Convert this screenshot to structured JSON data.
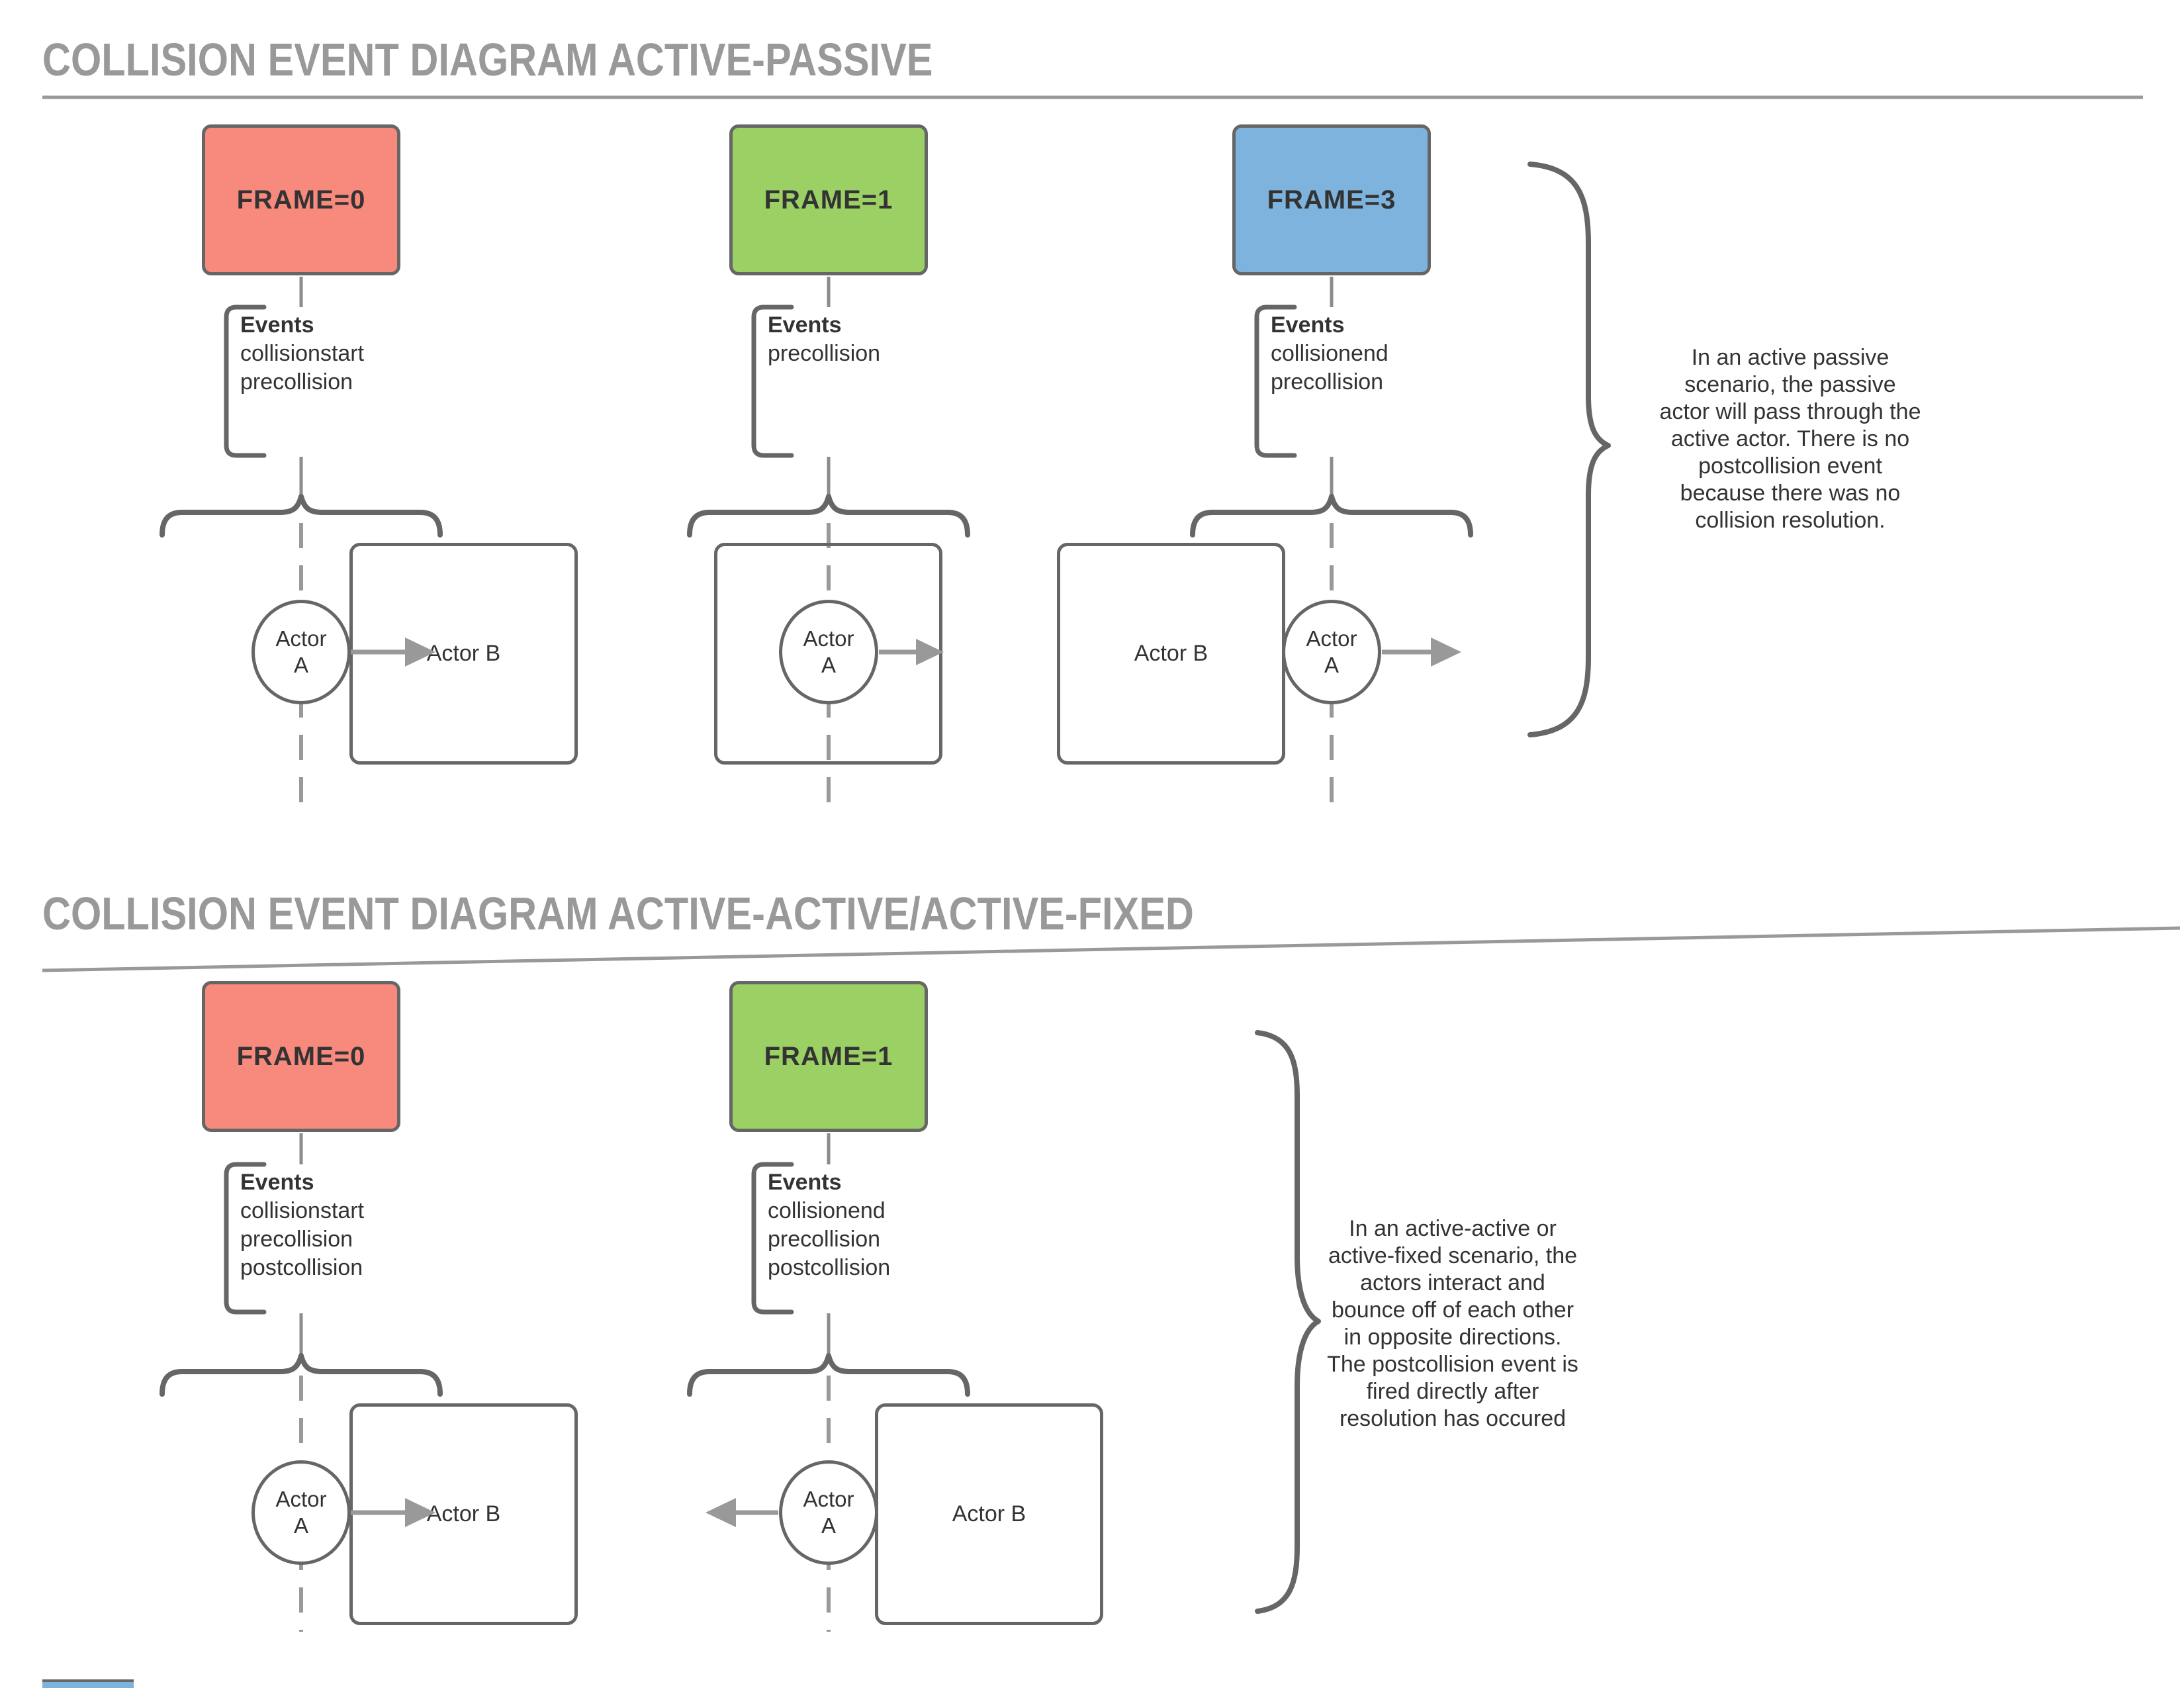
{
  "colors": {
    "frame-red": "#F8897D",
    "frame-green": "#9BD065",
    "frame-blue": "#7EB3DE",
    "stroke-dark": "#666666",
    "line-gray": "#999999",
    "title-gray": "#999999",
    "text-dark": "#333333"
  },
  "sections": [
    {
      "title": "COLLISION EVENT DIAGRAM ACTIVE-PASSIVE",
      "note_lines": [
        "In an active passive",
        "scenario, the passive",
        "actor will pass through the",
        "active actor. There is no",
        "postcollision event",
        "because there was no",
        "collision resolution."
      ],
      "columns": [
        {
          "frame_label": "FRAME=0",
          "events_title": "Events",
          "events": [
            "collisionstart",
            "precollision"
          ],
          "circle_label": "Actor A",
          "box_label": "Actor B"
        },
        {
          "frame_label": "FRAME=1",
          "events_title": "Events",
          "events": [
            "precollision"
          ],
          "circle_label": "Actor A",
          "box_label": ""
        },
        {
          "frame_label": "FRAME=3",
          "events_title": "Events",
          "events": [
            "collisionend",
            "precollision"
          ],
          "circle_label": "Actor A",
          "box_label": "Actor B"
        }
      ]
    },
    {
      "title": "COLLISION EVENT DIAGRAM ACTIVE-ACTIVE/ACTIVE-FIXED",
      "note_lines": [
        "In an active-active or",
        "active-fixed scenario, the",
        "actors interact and",
        "bounce off of each other",
        "in opposite directions.",
        "The postcollision event is",
        "fired directly after",
        "resolution has occured"
      ],
      "columns": [
        {
          "frame_label": "FRAME=0",
          "events_title": "Events",
          "events": [
            "collisionstart",
            "precollision",
            "postcollision"
          ],
          "circle_label": "Actor A",
          "box_label": "Actor B"
        },
        {
          "frame_label": "FRAME=1",
          "events_title": "Events",
          "events": [
            "collisionend",
            "precollision",
            "postcollision"
          ],
          "circle_label": "Actor A",
          "box_label": "Actor B"
        }
      ]
    }
  ]
}
